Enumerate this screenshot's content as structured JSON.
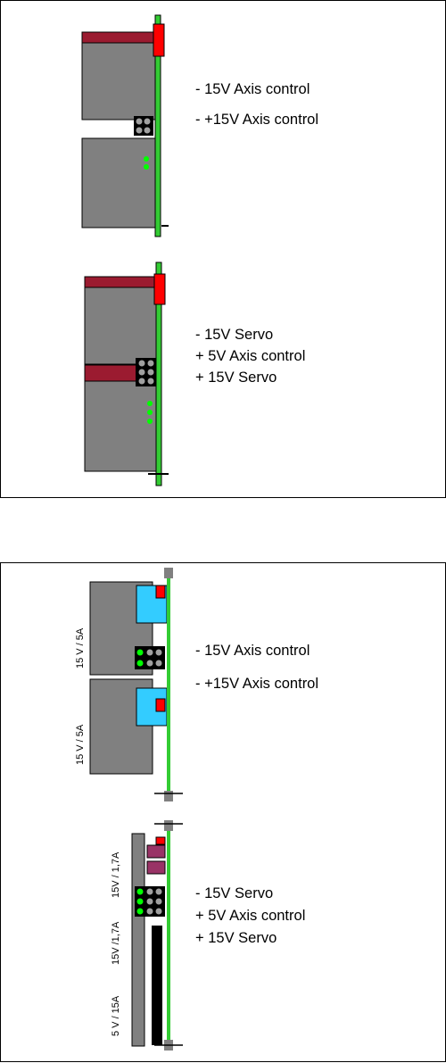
{
  "top_panel": {
    "group1": {
      "lines": [
        "- 15V Axis  control",
        "- +15V Axis  control"
      ]
    },
    "group2": {
      "lines": [
        "- 15V Servo",
        "+ 5V Axis control",
        "+ 15V Servo"
      ]
    }
  },
  "bottom_panel": {
    "group1": {
      "lines": [
        "- 15V Axis  control",
        "- +15V Axis  control"
      ],
      "module_ratings": [
        "15 V  / 5A",
        "15 V  / 5A"
      ]
    },
    "group2": {
      "lines": [
        "- 15V Servo",
        "+ 5V Axis control",
        "+ 15V Servo"
      ],
      "module_ratings": [
        "15V / 1,7A",
        "15V /1,7A",
        "5 V  / 15A"
      ]
    }
  },
  "colors": {
    "module_gray": "#808080",
    "header_red": "#9b1b30",
    "connector_red": "#ff0000",
    "pcb_green": "#33cc33",
    "led_green": "#00ff00",
    "pin_gray": "#a0a0a0",
    "connector_cyan": "#33ccff",
    "magenta": "#993366"
  }
}
